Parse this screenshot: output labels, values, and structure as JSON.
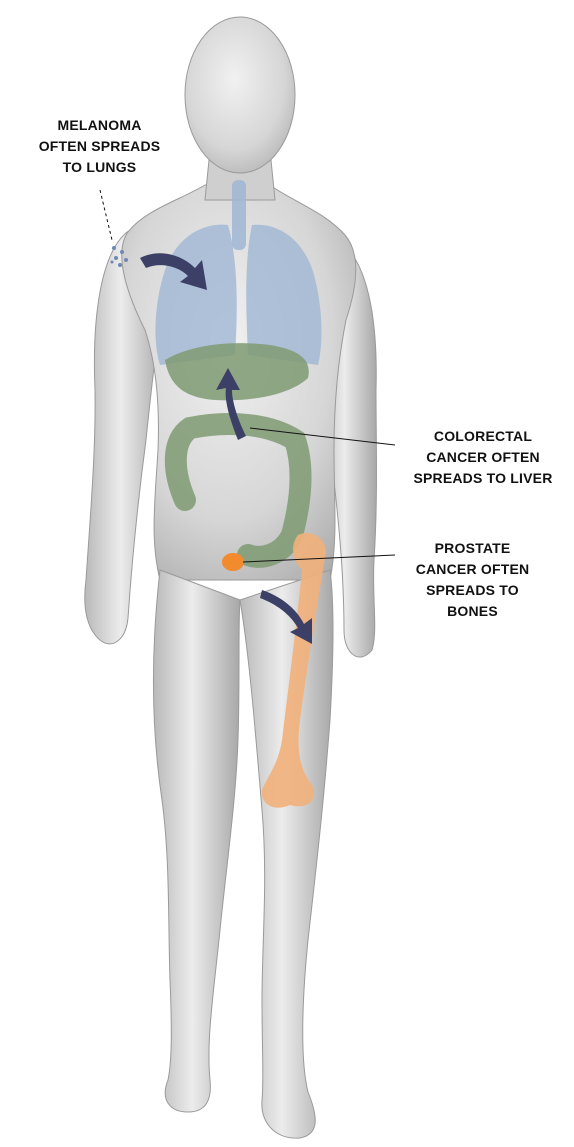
{
  "annotations": {
    "melanoma": {
      "lines": [
        "MELANOMA",
        "OFTEN SPREADS",
        "TO LUNGS"
      ]
    },
    "colorectal": {
      "lines": [
        "COLORECTAL",
        "CANCER OFTEN",
        "SPREADS TO LIVER"
      ]
    },
    "prostate": {
      "lines": [
        "PROSTATE",
        "CANCER OFTEN",
        "SPREADS TO",
        "BONES"
      ]
    }
  },
  "colors": {
    "skin": "#d9d9d9",
    "skin_shadow": "#a9a9a9",
    "lungs": "#9fb6d3",
    "liver_colon": "#7f9a72",
    "bone": "#f2b07a",
    "prostate": "#f28a2e",
    "arrow": "#3c3f66",
    "leader_line": "#111111"
  },
  "icons": [
    "metastasis-arrow-icon",
    "metastasis-arrow-icon",
    "metastasis-arrow-icon"
  ]
}
